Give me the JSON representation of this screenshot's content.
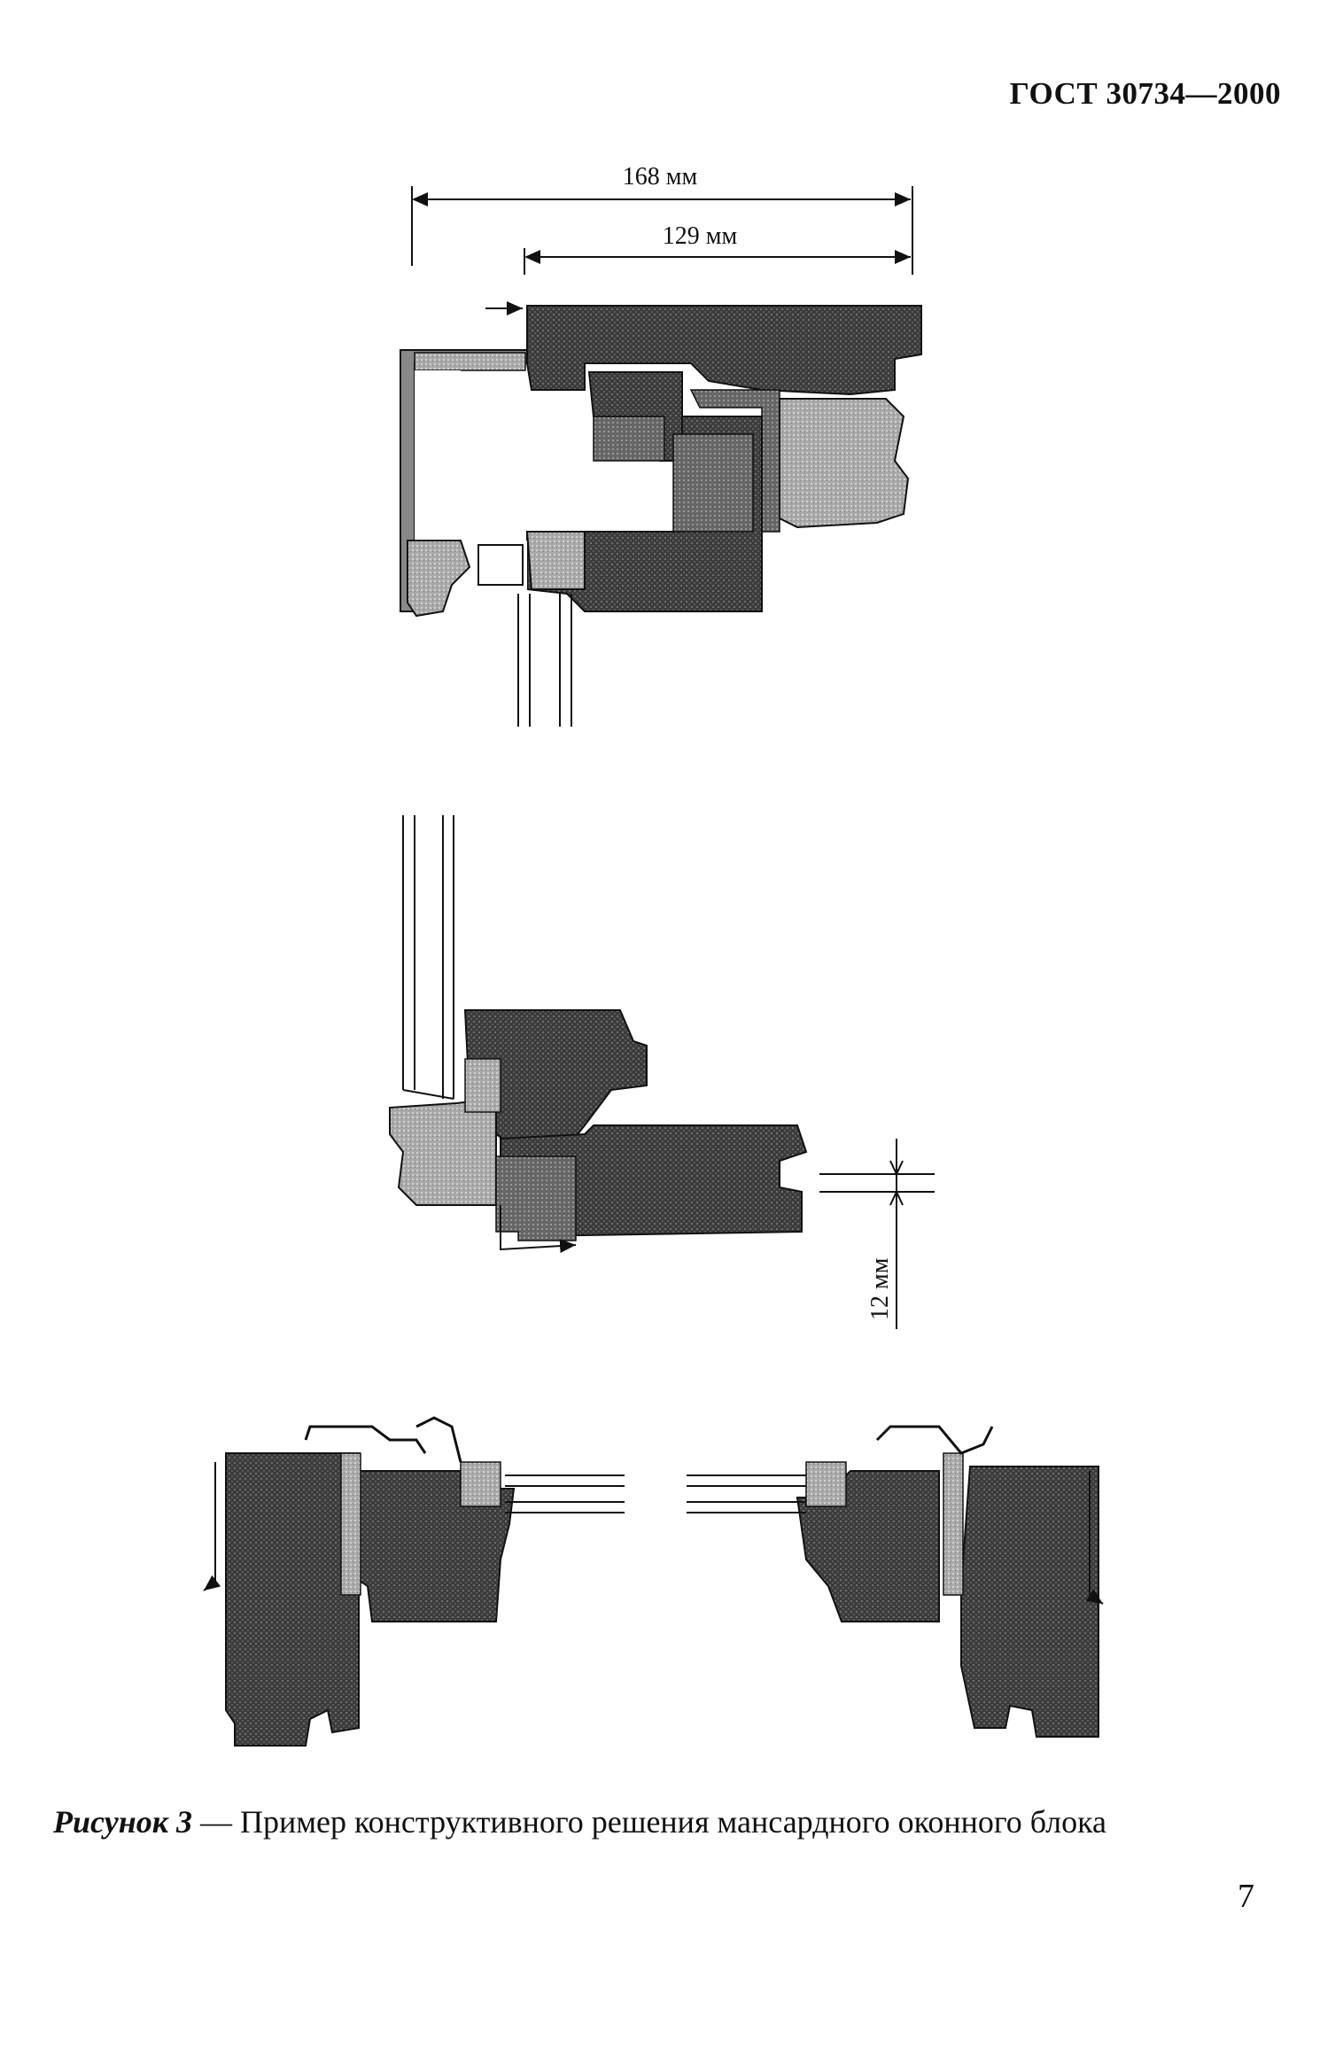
{
  "header": {
    "standard": "ГОСТ 30734—2000"
  },
  "figure": {
    "dimensions": {
      "overall_width": "168 мм",
      "inner_width": "129 мм",
      "offset": "12 мм"
    },
    "caption": {
      "label": "Рисунок 3",
      "dash": " — ",
      "text": "Пример конструктивного решения мансардного оконного блока"
    }
  },
  "page_number": "7",
  "colors": {
    "wood_dark": "#3a3a3a",
    "metal_light": "#a8a8a8",
    "gasket_mid": "#6e6e6e",
    "line": "#111111"
  }
}
